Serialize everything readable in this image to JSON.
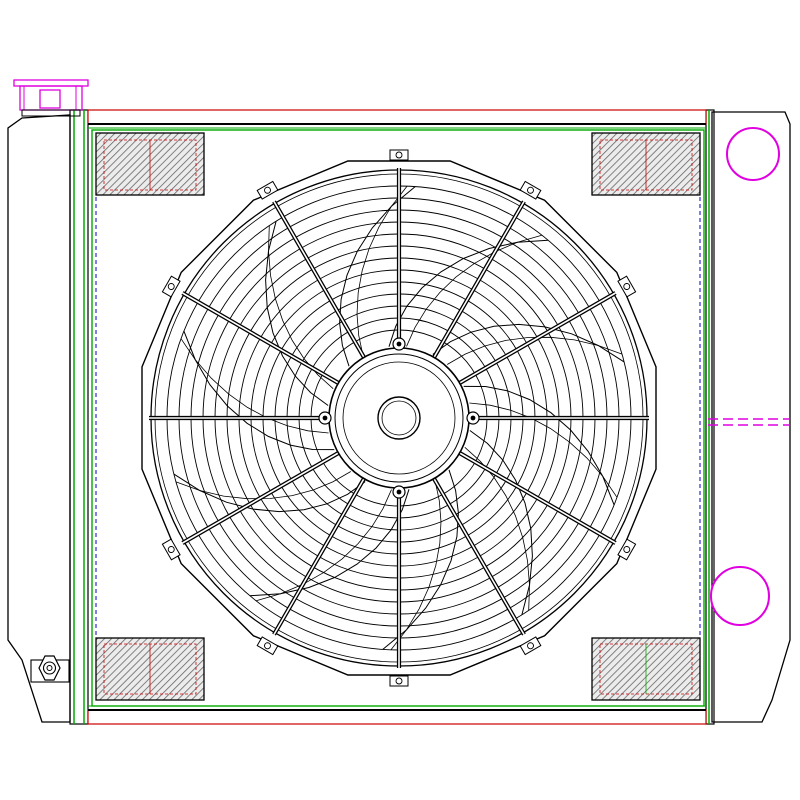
{
  "drawing": {
    "subject": "radiator-with-electric-fan",
    "colors": {
      "outline": "#000000",
      "core_frame": "#00aa00",
      "tank_edge": "#cc0000",
      "fitting": "#e000e0",
      "hidden_line": "#0000cc",
      "hatch": "#555555",
      "background": "#ffffff"
    },
    "fan": {
      "blade_count": 10,
      "strut_count": 12,
      "mount_bolt_count": 4
    },
    "mount_pads": 4
  }
}
